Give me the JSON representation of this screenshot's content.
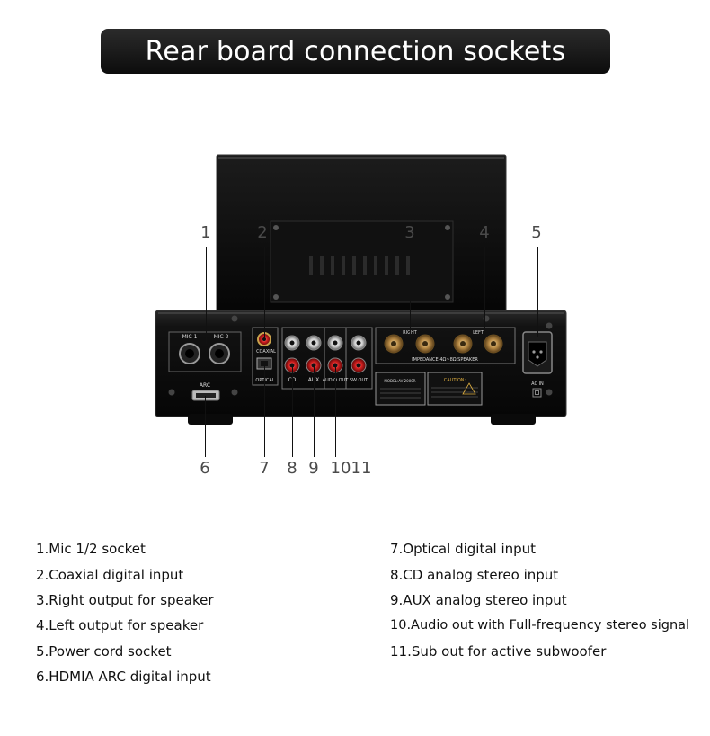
{
  "title": "Rear board connection sockets",
  "panel_labels": {
    "mic1": "MIC 1",
    "mic2": "MIC 2",
    "coaxial": "COAXIAL",
    "optical": "OPTICAL",
    "cd": "CD",
    "aux": "AUX",
    "audio_out": "AUDIO OUT",
    "sw_out": "SW OUT",
    "right": "RIGHT",
    "left": "LEFT",
    "impedance": "IMPEDANCE:4Ω~8Ω SPEAKER",
    "arc": "ARC",
    "ac_in": "AC IN",
    "caution": "CAUTION:",
    "model": "MODEL:AV-2000R"
  },
  "callouts": {
    "c1": "1",
    "c2": "2",
    "c3": "3",
    "c4": "4",
    "c5": "5",
    "c6": "6",
    "c7": "7",
    "c8": "8",
    "c9": "9",
    "c10": "10",
    "c11": "11"
  },
  "legend": {
    "left": [
      "1.Mic 1/2 socket",
      "2.Coaxial digital input",
      "3.Right output for speaker",
      "4.Left output for speaker",
      "5.Power cord socket",
      "6.HDMIA ARC digital input"
    ],
    "right": [
      "7.Optical digital input",
      "8.CD analog stereo input",
      "9.AUX analog stereo input",
      "10.Audio out with Full-frequency stereo signal",
      "11.Sub out for active subwoofer"
    ]
  }
}
